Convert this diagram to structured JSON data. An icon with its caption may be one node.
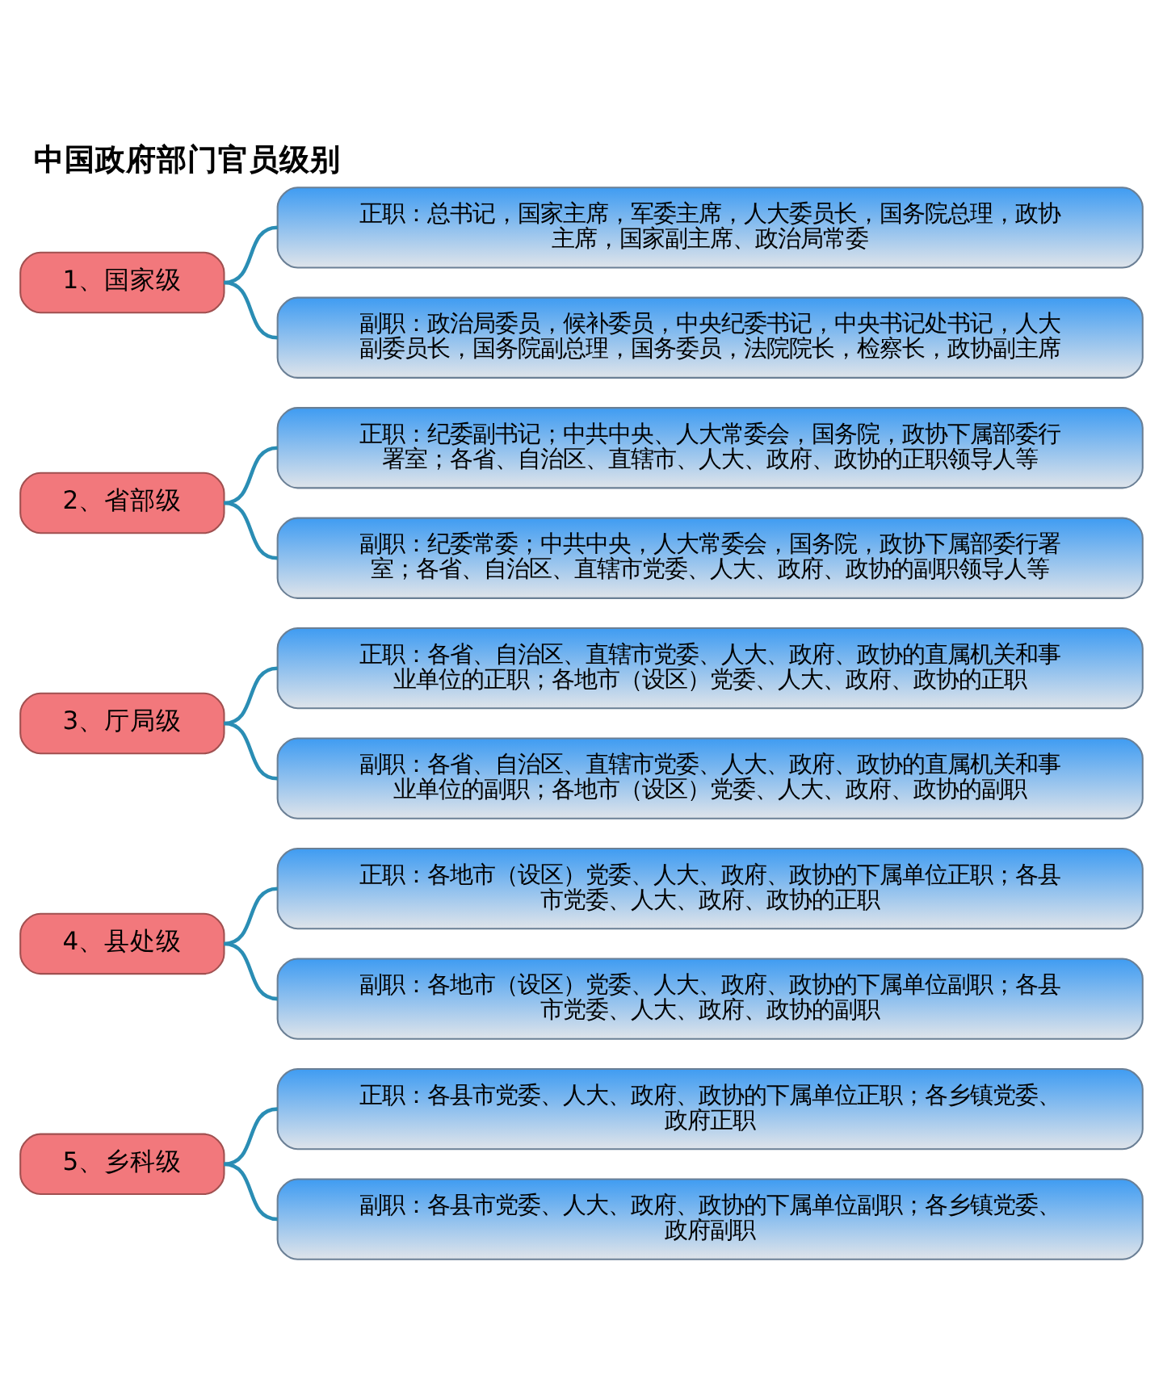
{
  "diagram": {
    "title": "中国政府部门官员级别",
    "nodes": [
      {
        "text": [
          "1、国家级"
        ]
      },
      {
        "text": [
          "正职：总书记，国家主席，军委主席，人大委员长，国务院总理，政协主席，国家副主席、政治局常委"
        ]
      },
      {
        "text": [
          "副职：政治局委员，候补委员，中央纪委书记，中央书记处书记，人大副委员长，国务院副总理，国务委员，法院院长，检察长，政协副主席"
        ]
      },
      {
        "text": [
          "2、省部级"
        ]
      },
      {
        "text": [
          "正职：纪委副书记；中共中央、人大常委会，国务院，政协下属部委行署室；各省、自治区、直辖市、人大、政府、政协的正职领导人等"
        ]
      },
      {
        "text": [
          "副职：纪委常委；中共中央，人大常委会，国务院，政协下属部委行署室；各省、自治区、直辖市党委、人大、政府、政协的副职领导人等"
        ]
      },
      {
        "text": [
          "3、厅局级"
        ]
      },
      {
        "text": [
          "正职：各省、自治区、直辖市党委、人大、政府、政协的直属机关和事业单位的正职；各地市（设区）党委、人大、政府、政协的正职"
        ]
      },
      {
        "text": [
          "副职：各省、自治区、直辖市党委、人大、政府、政协的直属机关和事业单位的副职；各地市（设区）党委、人大、政府、政协的副职"
        ]
      },
      {
        "text": [
          "4、县处级"
        ]
      },
      {
        "text": [
          "正职：各地市（设区）党委、人大、政府、政协的下属单位正职；各县市党委、人大、政府、政协的正职"
        ]
      },
      {
        "text": [
          "副职：各地市（设区）党委、人大、政府、政协的下属单位副职；各县市党委、人大、政府、政协的副职"
        ]
      },
      {
        "text": [
          "5、乡科级"
        ]
      },
      {
        "text": [
          "正职：各县市党委、人大、政府、政协的下属单位正职；各乡镇党委、政府正职"
        ]
      },
      {
        "text": [
          "副职：各县市党委、人大、政府、政协的下属单位副职；各乡镇党委、政府副职"
        ]
      }
    ],
    "edges": [
      {
        "from": 0,
        "to": 1,
        "arrow": "none"
      },
      {
        "from": 0,
        "to": 2,
        "arrow": "none"
      },
      {
        "from": 3,
        "to": 4,
        "arrow": "none"
      },
      {
        "from": 3,
        "to": 5,
        "arrow": "none"
      },
      {
        "from": 6,
        "to": 7,
        "arrow": "none"
      },
      {
        "from": 6,
        "to": 8,
        "arrow": "none"
      },
      {
        "from": 9,
        "to": 10,
        "arrow": "none"
      },
      {
        "from": 9,
        "to": 11,
        "arrow": "none"
      },
      {
        "from": 12,
        "to": 13,
        "arrow": "none"
      },
      {
        "from": 12,
        "to": 14,
        "arrow": "none"
      }
    ]
  }
}
